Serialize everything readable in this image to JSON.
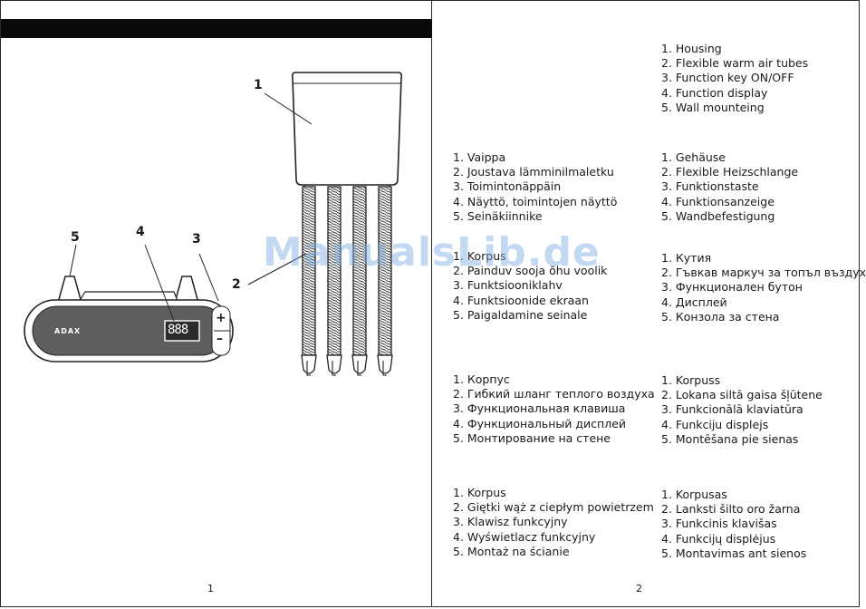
{
  "page_left": {
    "page_number": "1"
  },
  "page_right": {
    "page_number": "2"
  },
  "diagram": {
    "callouts": [
      "1",
      "2",
      "3",
      "4",
      "5"
    ],
    "heater_brand": "ADAX",
    "display_digits": "888",
    "plus_label": "+",
    "minus_label": "–"
  },
  "watermark": "ManualsLib.de",
  "lists": {
    "english": [
      "1. Housing",
      "2. Flexible warm air tubes",
      "3. Function key ON/OFF",
      "4. Function display",
      "5. Wall mounteing"
    ],
    "finnish": [
      "1. Vaippa",
      "2. Joustava lämminilmaletku",
      "3. Toimintonäppäin",
      "4. Näyttö, toimintojen näyttö",
      "5. Seinäkiinnike"
    ],
    "german": [
      "1. Gehäuse",
      "2. Flexible Heizschlange",
      "3. Funktionstaste",
      "4. Funktionsanzeige",
      "5. Wandbefestigung"
    ],
    "estonian": [
      "1. Korpus",
      "2. Painduv sooja õhu voolik",
      "3. Funktsiooniklahv",
      "4. Funktsioonide ekraan",
      "5. Paigaldamine seinale"
    ],
    "bulgarian": [
      "1. Кутия",
      "2. Гъвкав маркуч за топъл въздух",
      "3. Функционален бутон",
      "4. Дисплей",
      "5. Конзола  за стена"
    ],
    "russian": [
      "1. Корпус",
      "2. Гибкий шланг теплого воздуха",
      "3. Функциональная клавиша",
      "4. Функциональный дисплей",
      "5. Монтирование на стене"
    ],
    "latvian": [
      "1. Korpuss",
      "2. Lokana siltā gaisa šļūtene",
      "3. Funkcionālā klaviatūra",
      "4. Funkciju displejs",
      "5. Montēšana pie sienas"
    ],
    "polish": [
      "1. Korpus",
      "2. Giętki wąż z ciepłym powietrzem",
      "3. Klawisz funkcyjny",
      "4. Wyświetlacz funkcyjny",
      "5. Montaż na ścianie"
    ],
    "lithuanian": [
      "1. Korpusas",
      "2. Lanksti šilto oro žarna",
      "3. Funkcinis klavišas",
      "4. Funkcijų displėjus",
      "5. Montavimas ant sienos"
    ]
  }
}
